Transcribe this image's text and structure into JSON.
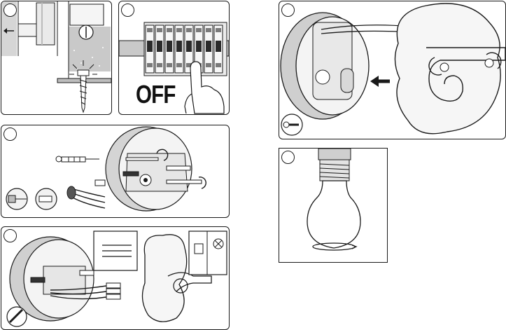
{
  "steps": [
    {
      "id": "mount-screw",
      "number": ""
    },
    {
      "id": "power-off",
      "number": "",
      "caption": "OFF"
    },
    {
      "id": "base-fixing",
      "number": ""
    },
    {
      "id": "wiring",
      "number": ""
    },
    {
      "id": "attach-body",
      "number": ""
    },
    {
      "id": "insert-bulb",
      "number": ""
    }
  ],
  "icons": {
    "screwdriver": "screwdriver-icon",
    "wrench": "wrench-icon",
    "no-symbol": "prohibited-icon"
  },
  "colors": {
    "line": "#1a1a1a",
    "shade": "#d9d9d9",
    "mid": "#9a9a9a",
    "dark": "#555555"
  }
}
